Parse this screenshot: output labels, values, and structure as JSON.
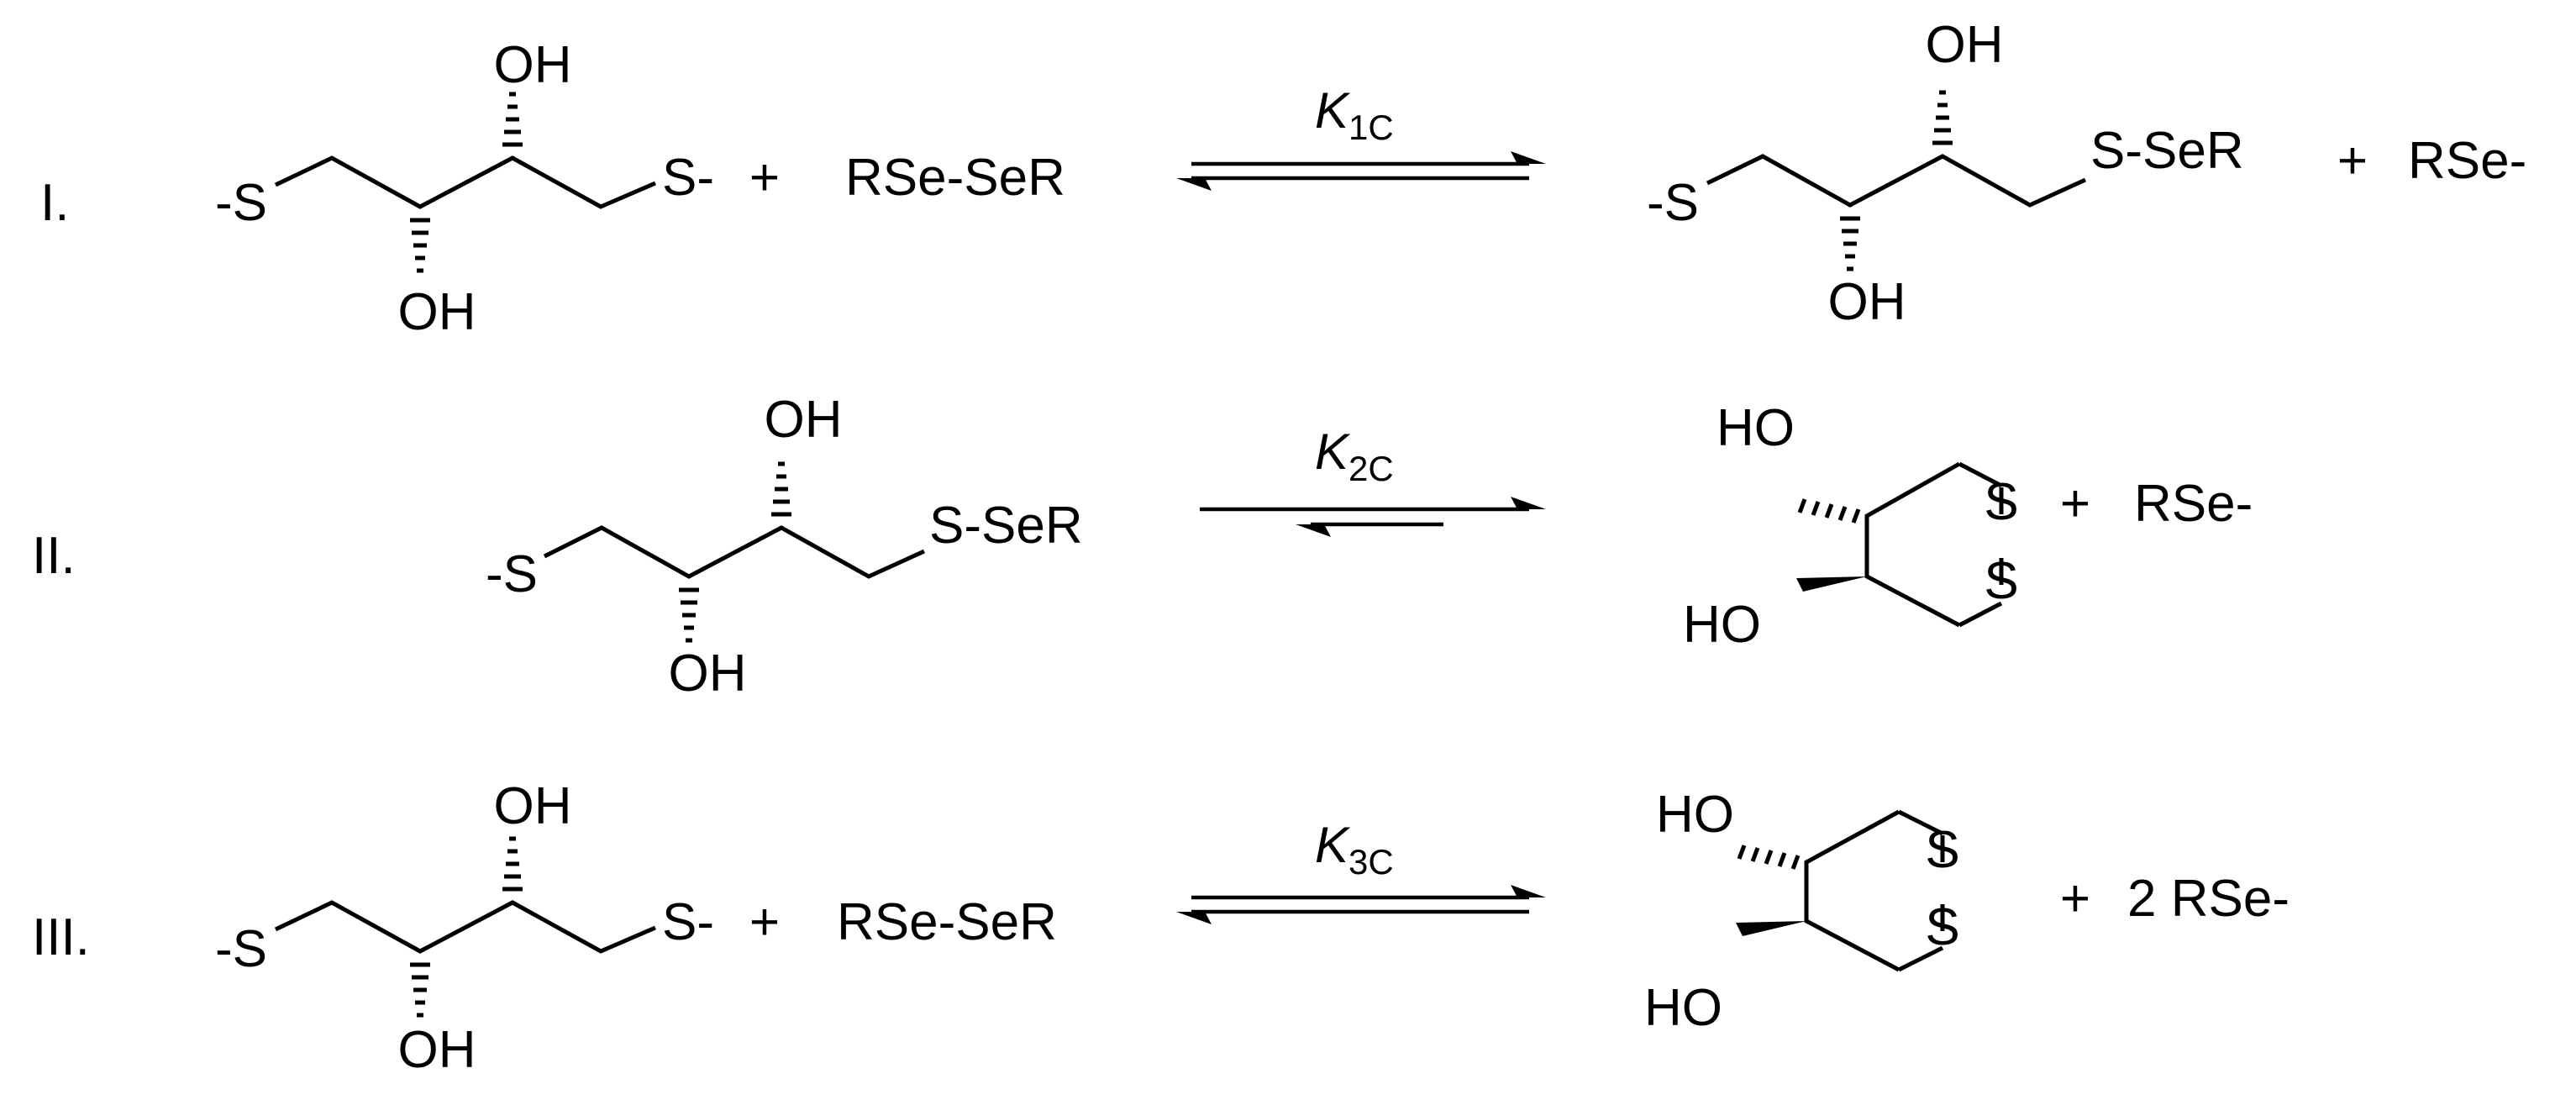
{
  "reactions": [
    {
      "label": "I.",
      "reactant": {
        "left": "-S",
        "oh_top": "OH",
        "oh_bottom": "OH",
        "right": "S-"
      },
      "plus": "+",
      "reagent": "RSe-SeR",
      "constant": {
        "symbol": "K",
        "subscript": "1C"
      },
      "product": {
        "left": "-S",
        "oh_top": "OH",
        "oh_bottom": "OH",
        "right": "S-SeR"
      },
      "plus2": "+",
      "byproduct": "RSe-"
    },
    {
      "label": "II.",
      "reactant": {
        "left": "-S",
        "oh_top": "OH",
        "oh_bottom": "OH",
        "right": "S-SeR"
      },
      "constant": {
        "symbol": "K",
        "subscript": "2C"
      },
      "product": {
        "ho_top": "HO",
        "ho_bottom": "HO",
        "s_top": "S",
        "s_bottom": "S"
      },
      "plus2": "+",
      "byproduct": "RSe-"
    },
    {
      "label": "III.",
      "reactant": {
        "left": "-S",
        "oh_top": "OH",
        "oh_bottom": "OH",
        "right": "S-"
      },
      "plus": "+",
      "reagent": "RSe-SeR",
      "constant": {
        "symbol": "K",
        "subscript": "3C"
      },
      "product": {
        "ho_top": "HO",
        "ho_bottom": "HO",
        "s_top": "S",
        "s_bottom": "S"
      },
      "plus2": "+",
      "byproduct": "2 RSe-"
    }
  ]
}
